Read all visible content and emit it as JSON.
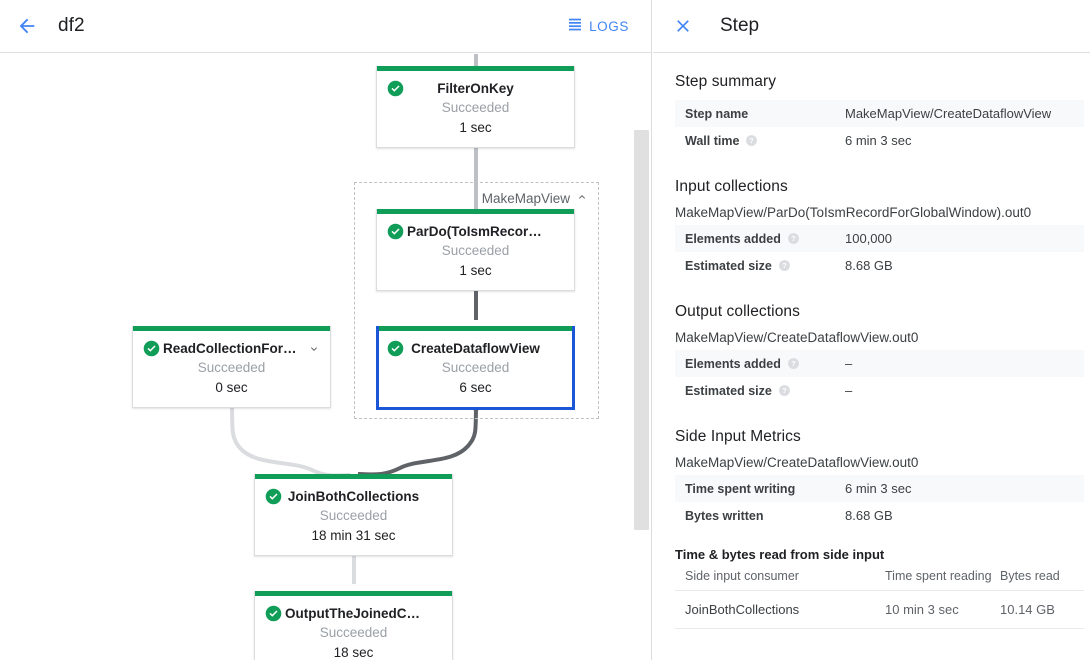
{
  "header": {
    "back_icon": "arrow-back-icon",
    "job_name": "df2",
    "logs_icon": "list-icon",
    "logs_label": "LOGS"
  },
  "graph": {
    "composite": {
      "label": "MakeMapView",
      "collapse_icon": "chevron-up-icon"
    },
    "nodes": [
      {
        "id": "filter-on-key",
        "name": "FilterOnKey",
        "status": "Succeeded",
        "duration": "1 sec",
        "status_icon": "check-circle-icon",
        "selected": false,
        "expandable": false
      },
      {
        "id": "pardo-toismrecordfor",
        "name": "ParDo(ToIsmRecordFor…",
        "status": "Succeeded",
        "duration": "1 sec",
        "status_icon": "check-circle-icon",
        "selected": false,
        "expandable": false
      },
      {
        "id": "create-dataflow-view",
        "name": "CreateDataflowView",
        "status": "Succeeded",
        "duration": "6 sec",
        "status_icon": "check-circle-icon",
        "selected": true,
        "expandable": false
      },
      {
        "id": "read-collection-for-join",
        "name": "ReadCollectionForJoin",
        "status": "Succeeded",
        "duration": "0 sec",
        "status_icon": "check-circle-icon",
        "selected": false,
        "expandable": true,
        "expand_icon": "chevron-down-icon"
      },
      {
        "id": "join-both-collections",
        "name": "JoinBothCollections",
        "status": "Succeeded",
        "duration": "18 min 31 sec",
        "status_icon": "check-circle-icon",
        "selected": false,
        "expandable": false
      },
      {
        "id": "output-the-joined-collection",
        "name": "OutputTheJoinedCollec…",
        "status": "Succeeded",
        "duration": "18 sec",
        "status_icon": "check-circle-icon",
        "selected": false,
        "expandable": false
      }
    ]
  },
  "panel": {
    "close_icon": "close-icon",
    "title": "Step",
    "step_summary": {
      "heading": "Step summary",
      "rows": [
        {
          "key": "Step name",
          "value": "MakeMapView/CreateDataflowView",
          "help": false
        },
        {
          "key": "Wall time",
          "value": "6 min 3 sec",
          "help": true
        }
      ]
    },
    "input_collections": {
      "heading": "Input collections",
      "collection": "MakeMapView/ParDo(ToIsmRecordForGlobalWindow).out0",
      "rows": [
        {
          "key": "Elements added",
          "value": "100,000",
          "help": true
        },
        {
          "key": "Estimated size",
          "value": "8.68 GB",
          "help": true
        }
      ]
    },
    "output_collections": {
      "heading": "Output collections",
      "collection": "MakeMapView/CreateDataflowView.out0",
      "rows": [
        {
          "key": "Elements added",
          "value": "–",
          "help": true
        },
        {
          "key": "Estimated size",
          "value": "–",
          "help": true
        }
      ]
    },
    "side_input_metrics": {
      "heading": "Side Input Metrics",
      "collection": "MakeMapView/CreateDataflowView.out0",
      "rows": [
        {
          "key": "Time spent writing",
          "value": "6 min 3 sec",
          "help": false
        },
        {
          "key": "Bytes written",
          "value": "8.68 GB",
          "help": false
        }
      ]
    },
    "side_input_table": {
      "heading": "Time & bytes read from side input",
      "columns": [
        "Side input consumer",
        "Time spent reading",
        "Bytes read"
      ],
      "rows": [
        [
          "JoinBothCollections",
          "10 min 3 sec",
          "10.14 GB"
        ]
      ]
    }
  },
  "colors": {
    "accent": "#4285f4",
    "success": "#0f9d58",
    "selected_border": "#1a56d6",
    "muted": "#9aa0a6"
  }
}
